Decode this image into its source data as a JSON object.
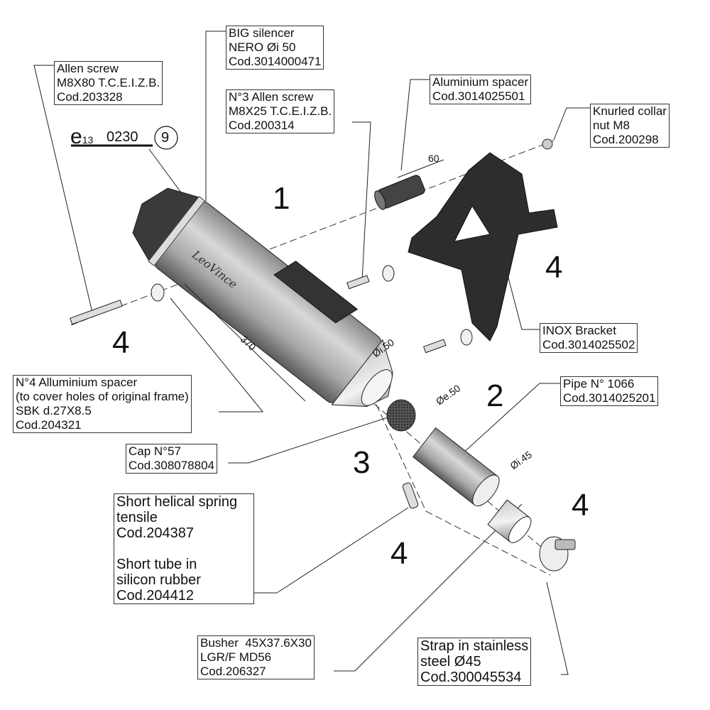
{
  "homologation": {
    "e_mark": "e",
    "e_sub": "13",
    "number": "0230",
    "circled": "9"
  },
  "brand_on_silencer": "LeoVince",
  "labels": {
    "allen_screw": [
      "Allen screw",
      "M8X80 T.C.E.I.Z.B.",
      "Cod.203328"
    ],
    "big_silencer": [
      "BIG silencer",
      "NERO Øi 50",
      "Cod.3014000471"
    ],
    "n3_allen_screw": [
      "N°3 Allen screw",
      "M8X25 T.C.E.I.Z.B.",
      "Cod.200314"
    ],
    "aluminium_spacer": [
      "Aluminium spacer",
      "Cod.3014025501"
    ],
    "knurled_collar": [
      "Knurled collar",
      "nut M8",
      "Cod.200298"
    ],
    "inox_bracket": [
      "INOX Bracket",
      "Cod.3014025502"
    ],
    "pipe": [
      "Pipe N° 1066",
      "Cod.3014025201"
    ],
    "n4_spacer": [
      "N°4 Alluminium spacer",
      "(to cover holes of original frame)",
      "SBK d.27X8.5",
      "Cod.204321"
    ],
    "cap": [
      "Cap N°57",
      "Cod.308078804"
    ],
    "spring_tube": [
      "Short helical spring",
      "tensile",
      "Cod.204387",
      "",
      "Short tube in",
      "silicon rubber",
      "Cod.204412"
    ],
    "busher": [
      "Busher  45X37.6X30",
      "LGR/F MD56",
      "Cod.206327"
    ],
    "strap": [
      "Strap in stainless",
      "steel Ø45",
      "Cod.300045534"
    ]
  },
  "quantities": {
    "q1": "1",
    "q2": "4",
    "q3": "4",
    "q4": "2",
    "q5": "3",
    "q6": "4",
    "q7": "4"
  },
  "dimensions": {
    "spacer_len": "60",
    "silencer_len": "370",
    "outlet_di": "Øi.50",
    "cap_de": "Øe.50",
    "pipe_di": "Øi.45"
  }
}
